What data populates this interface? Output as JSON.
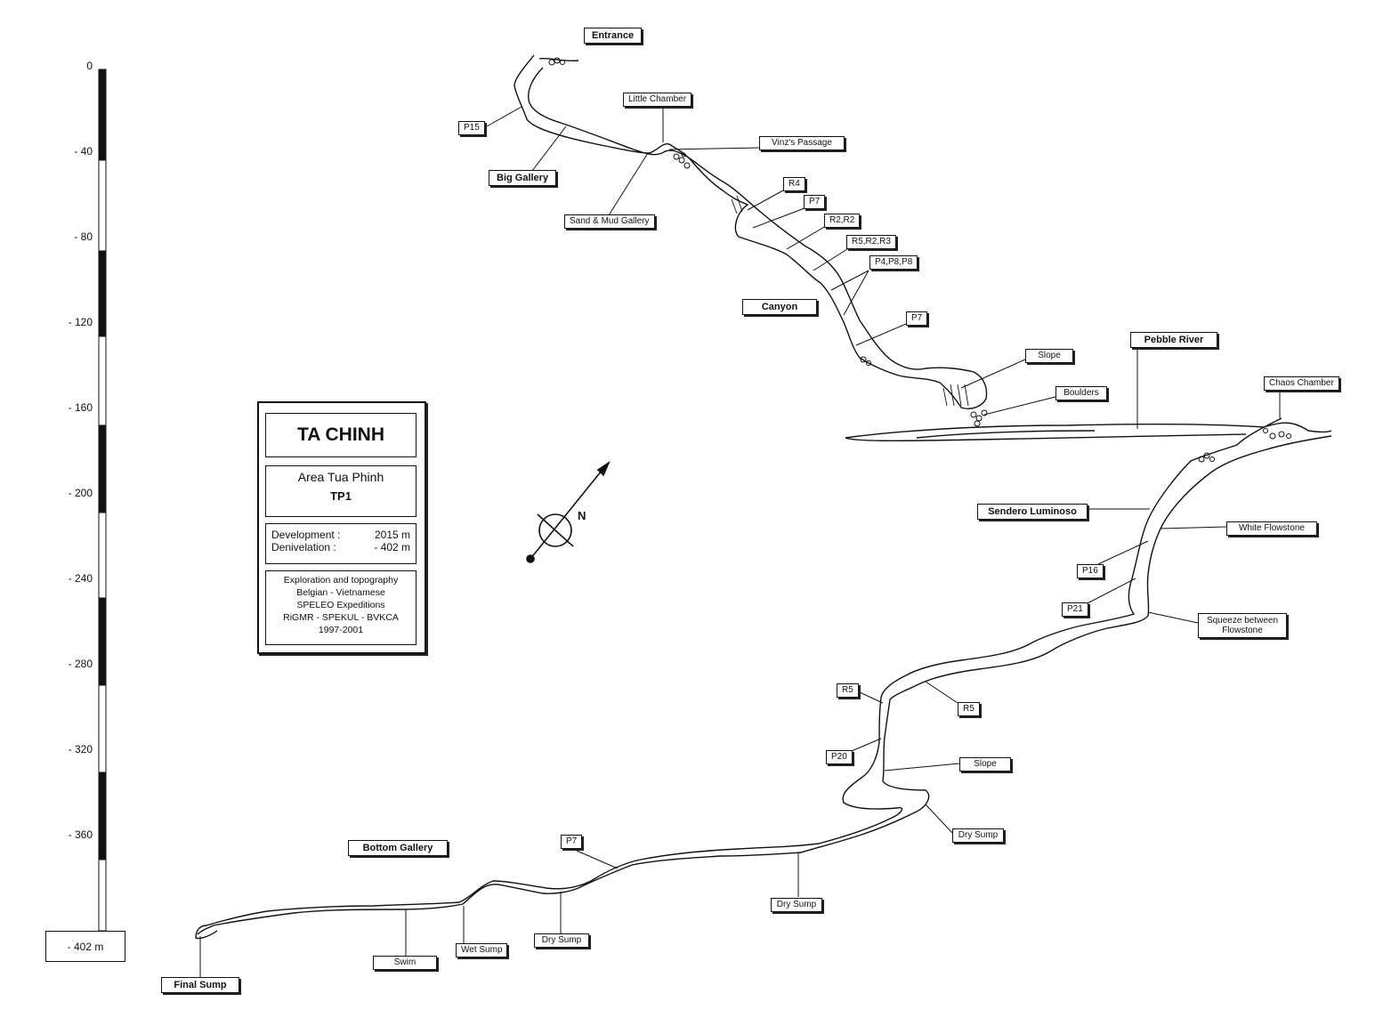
{
  "title_card": {
    "title": "TA CHINH",
    "area": "Area Tua Phinh",
    "code": "TP1",
    "development_label": "Development :",
    "development_value": "2015 m",
    "denivelation_label": "Denivelation :",
    "denivelation_value": "- 402 m",
    "credits": [
      "Exploration and topography",
      "Belgian - Vietnamese",
      "SPELEO Expeditions",
      "RiGMR - SPEKUL - BVKCA",
      "1997-2001"
    ]
  },
  "depth_scale": {
    "ticks": [
      "0",
      "- 40",
      "- 80",
      "- 120",
      "- 160",
      "- 200",
      "- 240",
      "- 280",
      "- 320",
      "- 360"
    ],
    "tick_values": [
      0,
      -40,
      -80,
      -120,
      -160,
      -200,
      -240,
      -280,
      -320,
      -360
    ],
    "end_label": "- 402 m",
    "end_value": -402
  },
  "north_arrow": {
    "label": "N"
  },
  "labels": {
    "entrance": "Entrance",
    "p15": "P15",
    "little_chamber": "Little Chamber",
    "vinz_passage": "Vinz's Passage",
    "big_gallery": "Big Gallery",
    "sand_mud_gallery": "Sand & Mud Gallery",
    "r4": "R4",
    "p7_upper": "P7",
    "r2_r2": "R2,R2",
    "r5_r2_r3": "R5,R2,R3",
    "p4_p8_p8": "P4,P8,P8",
    "canyon": "Canyon",
    "p7_mid": "P7",
    "slope_upper": "Slope",
    "boulders": "Boulders",
    "pebble_river": "Pebble River",
    "chaos_chamber": "Chaos Chamber",
    "sendero_luminoso": "Sendero Luminoso",
    "white_flowstone": "White Flowstone",
    "p16": "P16",
    "p21": "P21",
    "squeeze": "Squeeze between Flowstone",
    "r5_left": "R5",
    "r5_right": "R5",
    "p20": "P20",
    "slope_lower": "Slope",
    "dry_sump_right": "Dry Sump",
    "bottom_gallery": "Bottom Gallery",
    "p7_lower": "P7",
    "dry_sump_mid": "Dry Sump",
    "dry_sump_left": "Dry Sump",
    "wet_sump": "Wet Sump",
    "swim": "Swim",
    "final_sump": "Final Sump"
  }
}
